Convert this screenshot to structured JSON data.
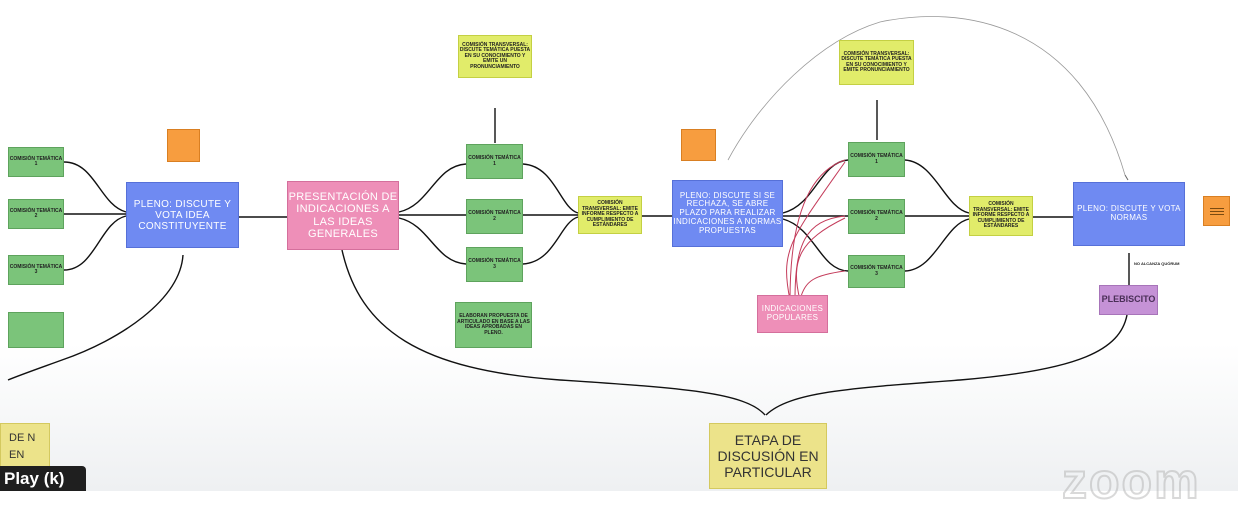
{
  "nodes": {
    "ct1_left": "COMISIÓN TEMÁTICA 1",
    "ct2_left": "COMISIÓN TEMÁTICA 2",
    "ct3_left": "COMISIÓN TEMÁTICA 3",
    "green_note_left": "",
    "orange_1": "",
    "pleno_idea": "PLENO: DISCUTE Y VOTA IDEA CONSTITUYENTE",
    "presentacion": "PRESENTACIÓN DE INDICACIONES A LAS IDEAS GENERALES",
    "ct_transversal_top": "COMISIÓN TRANSVERSAL: DISCUTE TEMÁTICA PUESTA EN SU CONOCIMIENTO Y EMITE UN PRONUNCIAMIENTO",
    "note_small": "",
    "ct1_mid": "COMISIÓN TEMÁTICA 1",
    "ct2_mid": "COMISIÓN TEMÁTICA 2",
    "ct3_mid": "COMISIÓN TEMÁTICA 3",
    "elaboran": "ELABORAN PROPUESTA DE ARTICULADO EN BASE A LAS IDEAS APROBADAS EN PLENO.",
    "ct_transversal_mid": "COMISIÓN TRANSVERSAL: EMITE INFORME RESPECTO A CUMPLIMIENTO DE ESTÁNDARES",
    "orange_2": "",
    "pleno_plazo": "PLENO: DISCUTE SI SE RECHAZA, SE ABRE PLAZO PARA REALIZAR INDICACIONES A NORMAS PROPUESTAS",
    "ct_transversal_right": "COMISIÓN TRANSVERSAL: DISCUTE TEMÁTICA PUESTA EN SU CONOCIMIENTO Y EMITE PRONUNCIAMIENTO",
    "ct1_right": "COMISIÓN TEMÁTICA 1",
    "ct2_right": "COMISIÓN TEMÁTICA 2",
    "ct3_right": "COMISIÓN TEMÁTICA 3",
    "indicaciones_populares": "INDICACIONES POPULARES",
    "ct_transversal_far_right": "COMISIÓN TRANSVERSAL: EMITE INFORME RESPECTO A CUMPLIMIENTO DE ESTÁNDARES",
    "pleno_normas": "PLENO: DISCUTE Y VOTA NORMAS",
    "no_alcanza": "NO ALCANZA QUÓRUM",
    "plebiscito": "PLEBISCITO",
    "etapa": "ETAPA DE DISCUSIÓN EN PARTICULAR",
    "leftcut": "DE N EN"
  },
  "overlay": {
    "play_label": "Play (k)",
    "watermark": "zoom"
  },
  "colors": {
    "green": "#7bc47a",
    "yellow": "#e1ec6a",
    "orange": "#f79d3f",
    "blue": "#6f8af2",
    "pink": "#ee8fb8",
    "purple": "#c592d6",
    "red_connector": "#c43b5a"
  }
}
